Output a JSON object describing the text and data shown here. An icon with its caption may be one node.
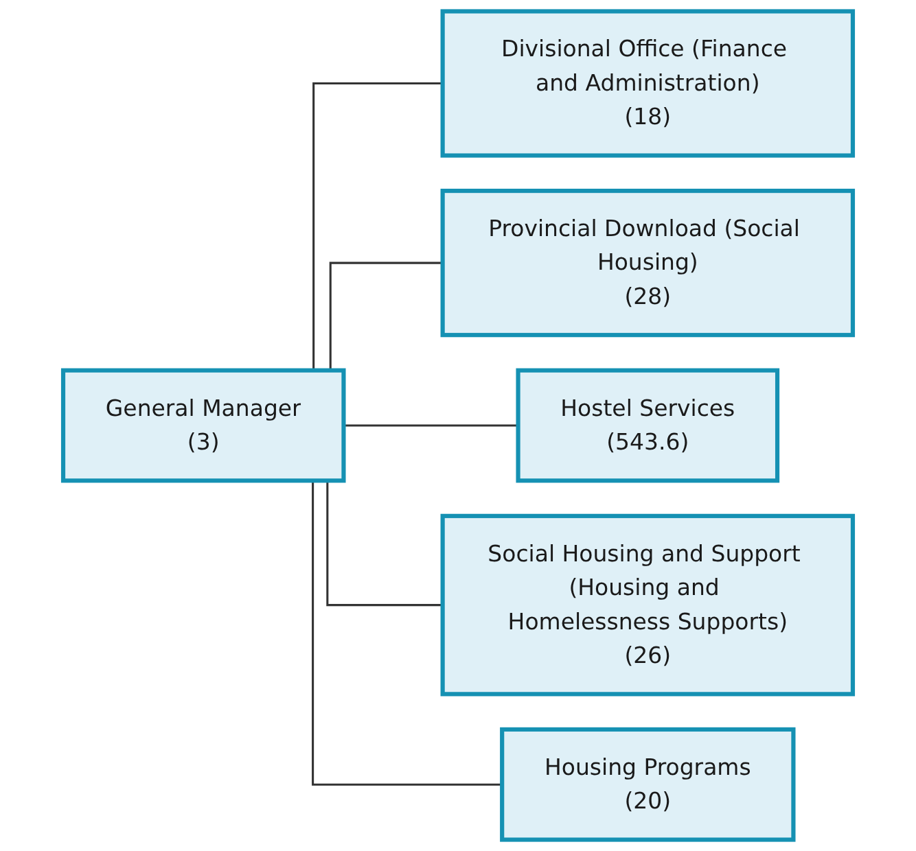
{
  "diagram": {
    "nodes": [
      {
        "text": [
          "General Manager",
          "(3)"
        ]
      },
      {
        "text": [
          "Divisional Office (Finance and Administration)",
          "(18)"
        ]
      },
      {
        "text": [
          "Provincial Download (Social Housing)",
          "(28)"
        ]
      },
      {
        "text": [
          "Hostel Services",
          "(543.6)"
        ]
      },
      {
        "text": [
          "Social Housing and Support (Housing and Homelessness Supports)",
          "(26)"
        ]
      },
      {
        "text": [
          "Housing Programs",
          "(20)"
        ]
      }
    ],
    "edges": [
      {
        "from": 0,
        "to": 1,
        "arrow": "none"
      },
      {
        "from": 0,
        "to": 2,
        "arrow": "none"
      },
      {
        "from": 0,
        "to": 3,
        "arrow": "none"
      },
      {
        "from": 0,
        "to": 4,
        "arrow": "none"
      },
      {
        "from": 0,
        "to": 5,
        "arrow": "none"
      }
    ]
  }
}
